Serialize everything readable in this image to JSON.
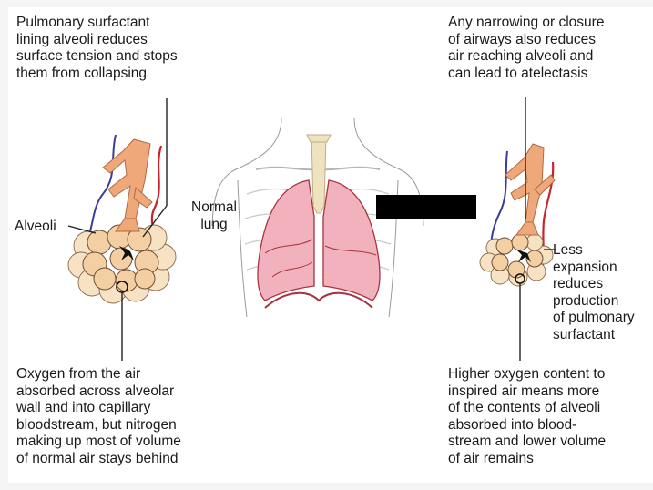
{
  "captions": {
    "top_left": "Pulmonary surfactant\nlining alveoli reduces\nsurface tension and stops\nthem from collapsing",
    "top_right": "Any narrowing or closure\nof airways also reduces\nair reaching alveoli and\ncan lead to atelectasis",
    "bottom_left": "Oxygen from the air\nabsorbed across alveolar\nwall and into capillary\nbloodstream, but nitrogen\nmaking up most of volume\nof normal air stays behind",
    "bottom_right": "Higher oxygen content to\ninspired air means more\nof the contents of alveoli\nabsorbed into blood-\nstream and lower volume\nof air remains"
  },
  "labels": {
    "alveoli": "Alveoli",
    "normal_lung": "Normal\nlung",
    "less_expansion": "Less\nexpansion\nreduces\nproduction\nof pulmonary\nsurfactant"
  },
  "colors": {
    "alveoli_fill": "#f4cfa3",
    "alveoli_outer": "#f8e2c4",
    "bronchus": "#eea87a",
    "artery": "#cc2229",
    "vein": "#3b3d9a",
    "lung_fill": "#f2b2bd",
    "lung_edge": "#a8333e",
    "trachea": "#efe2bf",
    "body_outline": "#9a9a9a",
    "redaction": "#000000"
  },
  "icons": [
    "alveoli-cluster-icon",
    "collapsed-alveoli-cluster-icon",
    "torso-lungs-icon"
  ]
}
